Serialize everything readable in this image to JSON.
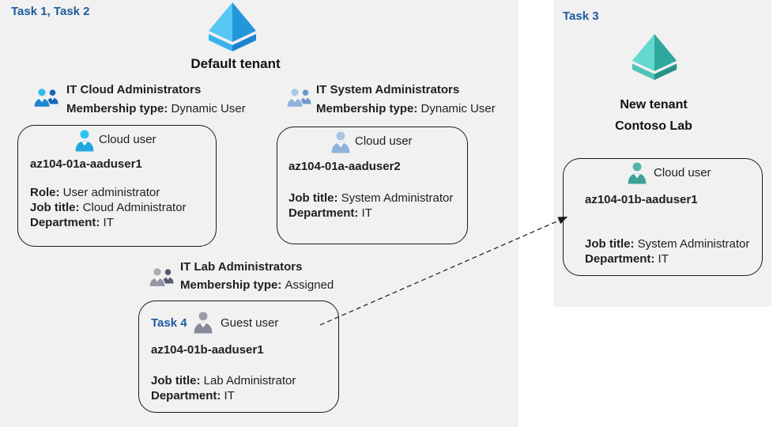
{
  "colors": {
    "panel_bg": "#f1f1f1",
    "task_text": "#1d5c9e",
    "text": "#1f1f1f",
    "card_border": "#1a1a1a",
    "arrow": "#1a1a1a",
    "azure_blue": {
      "left": "#55c7f2",
      "right": "#2496dc",
      "rim_left": "#3ab3ec",
      "rim_right": "#1b84d0"
    },
    "azure_teal": {
      "left": "#63d8cf",
      "right": "#2da89c",
      "rim_left": "#4cc4ba",
      "rim_right": "#259488"
    },
    "group_cloud": {
      "head": "#30bce8",
      "body": "#1f86cf",
      "back": "#1565b8"
    },
    "group_system": {
      "head": "#a9c6e8",
      "body": "#8fb2dc",
      "back": "#6f98cc"
    },
    "group_lab": {
      "head": "#ababb8",
      "body": "#9496a6",
      "back": "#565a70"
    },
    "user_cloud_bright": {
      "head": "#2cc3ee",
      "body": "#21a7e0"
    },
    "user_cloud_light": {
      "head": "#a9c6e8",
      "body": "#8fb2dc"
    },
    "user_guest": {
      "head": "#9a9dab",
      "body": "#85889a"
    },
    "user_cloud_teal": {
      "head": "#52b5aa",
      "body": "#3da396"
    }
  },
  "left": {
    "task_label": "Task 1, Task 2",
    "tenant_label": "Default tenant",
    "groups": [
      {
        "name": "IT Cloud Administrators",
        "membership_label": "Membership type:",
        "membership_value": "Dynamic User"
      },
      {
        "name": "IT System Administrators",
        "membership_label": "Membership type:",
        "membership_value": "Dynamic User"
      },
      {
        "name": "IT Lab Administrators",
        "membership_label": "Membership type:",
        "membership_value": "Assigned"
      }
    ],
    "cards": [
      {
        "user_type": "Cloud user",
        "name": "az104-01a-aaduser1",
        "fields": [
          {
            "label": "Role:",
            "value": "User administrator"
          },
          {
            "label": "Job title:",
            "value": "Cloud Administrator"
          },
          {
            "label": "Department:",
            "value": "IT"
          }
        ]
      },
      {
        "user_type": "Cloud user",
        "name": "az104-01a-aaduser2",
        "fields": [
          {
            "label": "Job title:",
            "value": "System Administrator"
          },
          {
            "label": "Department:",
            "value": "IT"
          }
        ]
      },
      {
        "task_label": "Task 4",
        "user_type": "Guest user",
        "name": "az104-01b-aaduser1",
        "fields": [
          {
            "label": "Job title:",
            "value": "Lab Administrator"
          },
          {
            "label": "Department:",
            "value": "IT"
          }
        ]
      }
    ]
  },
  "right": {
    "task_label": "Task 3",
    "tenant_label_line1": "New tenant",
    "tenant_label_line2": "Contoso Lab",
    "card": {
      "user_type": "Cloud user",
      "name": "az104-01b-aaduser1",
      "fields": [
        {
          "label": "Job title:",
          "value": "System Administrator"
        },
        {
          "label": "Department:",
          "value": "IT"
        }
      ]
    }
  }
}
